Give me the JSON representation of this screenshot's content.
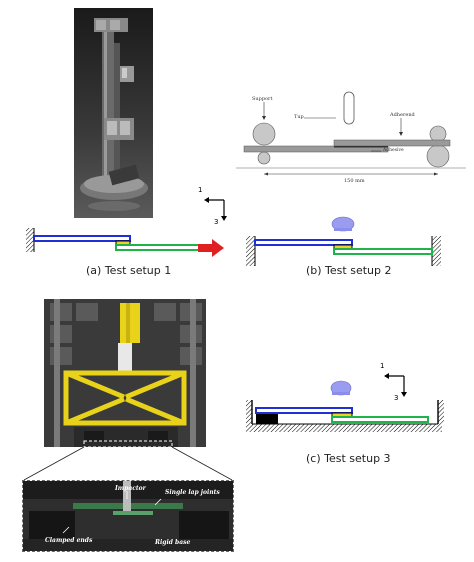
{
  "photo1": {
    "alt": ""
  },
  "schematic": {
    "support_label": "Support",
    "tup_label": "Tup",
    "adherend_label": "Adherend",
    "adhesive_label": "Adhesive",
    "dimension_label": "150 mm"
  },
  "captions": {
    "a": "(a) Test setup 1",
    "b": "(b) Test setup 2",
    "c": "(c) Test setup 3"
  },
  "axes1": {
    "one": "1",
    "three": "3"
  },
  "axes2": {
    "one": "1",
    "three": "3"
  },
  "inset": {
    "impactor": "Impactor",
    "single_lap_joints": "Single lap joints",
    "clamped_ends": "Clamped ends",
    "rigid_base": "Rigid base"
  },
  "colors": {
    "blue_adherend": "#1f2fd6",
    "green_adherend": "#1fb34a",
    "adhesive": "#f0d020",
    "arrow_red": "#e02020",
    "impactor": "#9a9cf0",
    "frame_yellow": "#e8d21a"
  }
}
